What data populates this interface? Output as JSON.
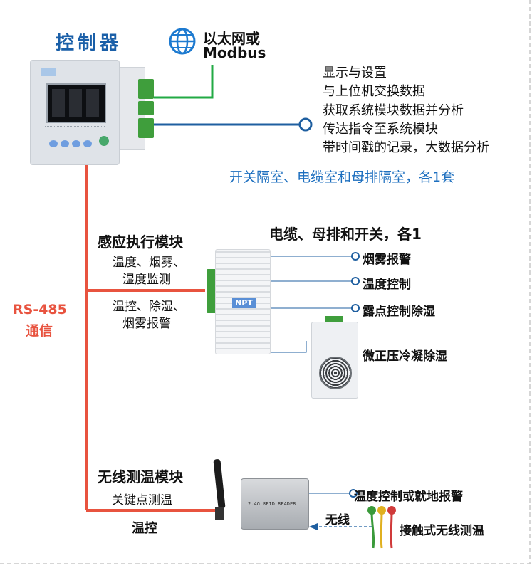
{
  "controller": {
    "title": "控制器",
    "network_line1": "以太网或",
    "network_line2": "Modbus",
    "functions": [
      "显示与设置",
      "与上位机交换数据",
      "获取系统模块数据并分析",
      "传达指令至系统模块",
      "带时间戳的记录，大数据分析"
    ],
    "note": "开关隔室、电缆室和母排隔室，各1套"
  },
  "bus": {
    "line1": "RS-485",
    "line2": "通信"
  },
  "sensing_module": {
    "title": "感应执行模块",
    "desc1_line1": "温度、烟雾、",
    "desc1_line2": "湿度监测",
    "desc2_line1": "温控、除湿、",
    "desc2_line2": "烟雾报警",
    "device_note": "电缆、母排和开关，各1",
    "device_logo": "NPT",
    "outputs": [
      "烟雾报警",
      "温度控制",
      "露点控制除湿"
    ],
    "dehumidifier_label": "微正压冷凝除湿"
  },
  "wireless_module": {
    "title": "无线测温模块",
    "desc1": "关键点测温",
    "desc2": "温控",
    "reader_label": "2.4G RFID READER",
    "output": "温度控制或就地报警",
    "wireless_label": "无线",
    "sensor_label": "接触式无线测温"
  },
  "colors": {
    "title_blue": "#1a5fa8",
    "note_blue": "#1d6fbf",
    "bus_red": "#e8533f",
    "ethernet_green": "#22aa44",
    "line_blue": "#1f5fa0",
    "terminal_green": "#3f9e3c"
  },
  "icons": {
    "network": "globe-icon"
  }
}
